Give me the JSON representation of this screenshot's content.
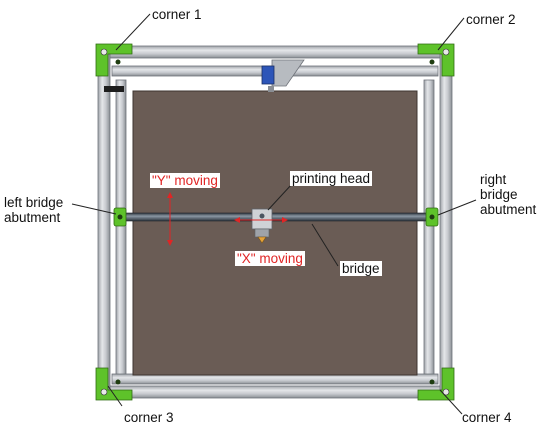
{
  "labels": {
    "corner_1": "corner 1",
    "corner_2": "corner 2",
    "corner_3": "corner 3",
    "corner_4": "corner 4",
    "left_abutment": [
      "left bridge",
      "abutment"
    ],
    "right_abutment": [
      "right",
      "bridge",
      "abutment"
    ],
    "printing_head": "printing head",
    "bridge": "bridge",
    "y_moving": "\"Y\" moving",
    "x_moving": "\"X\" moving"
  },
  "colors": {
    "frame": "#c9ccd0",
    "frame_shade": "#8d9197",
    "bed": "#6a5c55",
    "bracket": "#5ec22a",
    "bridge_rod": "#4a5561",
    "motion": "#e02525"
  }
}
